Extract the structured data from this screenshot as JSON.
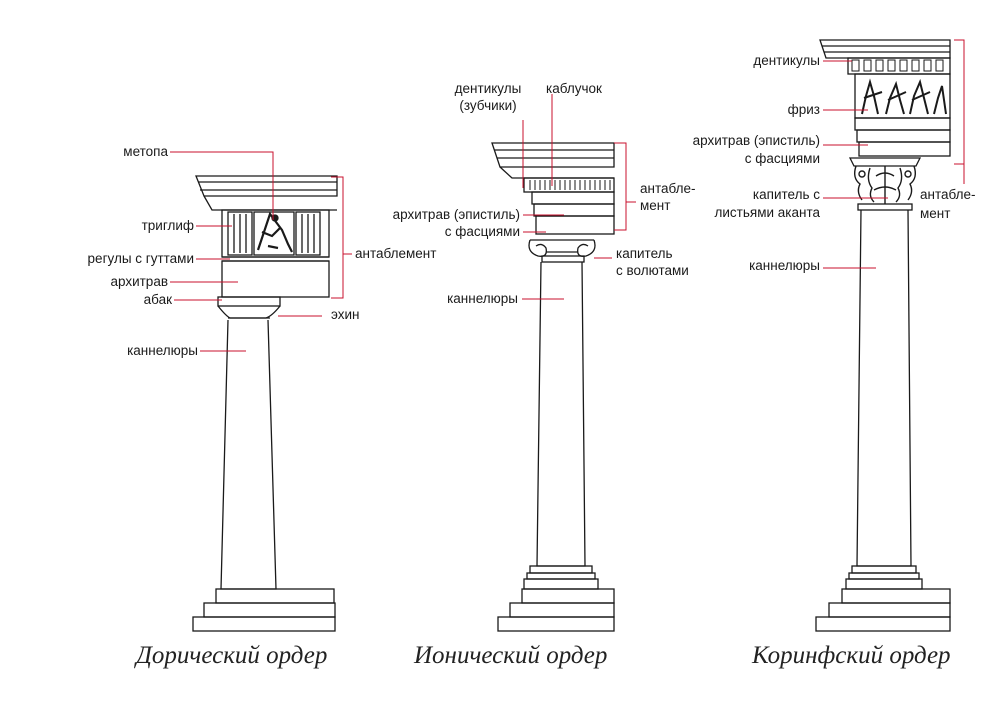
{
  "doric": {
    "title": "Дорический ордер",
    "metopa": "метопа",
    "triglif": "триглиф",
    "reguly": "регулы с гуттами",
    "arhitrav": "архитрав",
    "abak": "абак",
    "antablement": "антаблемент",
    "ehin": "эхин",
    "kannelyury": "каннелюры"
  },
  "ionic": {
    "title": "Ионический ордер",
    "dentikuly_1": "дентикулы",
    "dentikuly_2": "(зубчики)",
    "kabluchok": "каблучок",
    "arhitrav_1": "архитрав (эпистиль)",
    "arhitrav_2": "с фасциями",
    "antabl_1": "антабле-",
    "antabl_2": "мент",
    "kapitel_1": "капитель",
    "kapitel_2": "с волютами",
    "kannelyury": "каннелюры"
  },
  "corinthian": {
    "title": "Коринфский ордер",
    "dentikuly": "дентикулы",
    "friz": "фриз",
    "arhitrav_1": "архитрав (эпистиль)",
    "arhitrav_2": "с фасциями",
    "kapitel_1": "капитель с",
    "kapitel_2": "листьями аканта",
    "antabl_1": "антабле-",
    "antabl_2": "мент",
    "kannelyury": "каннелюры"
  },
  "colors": {
    "leader": "#c8102e",
    "ink": "#1a1a1a"
  }
}
